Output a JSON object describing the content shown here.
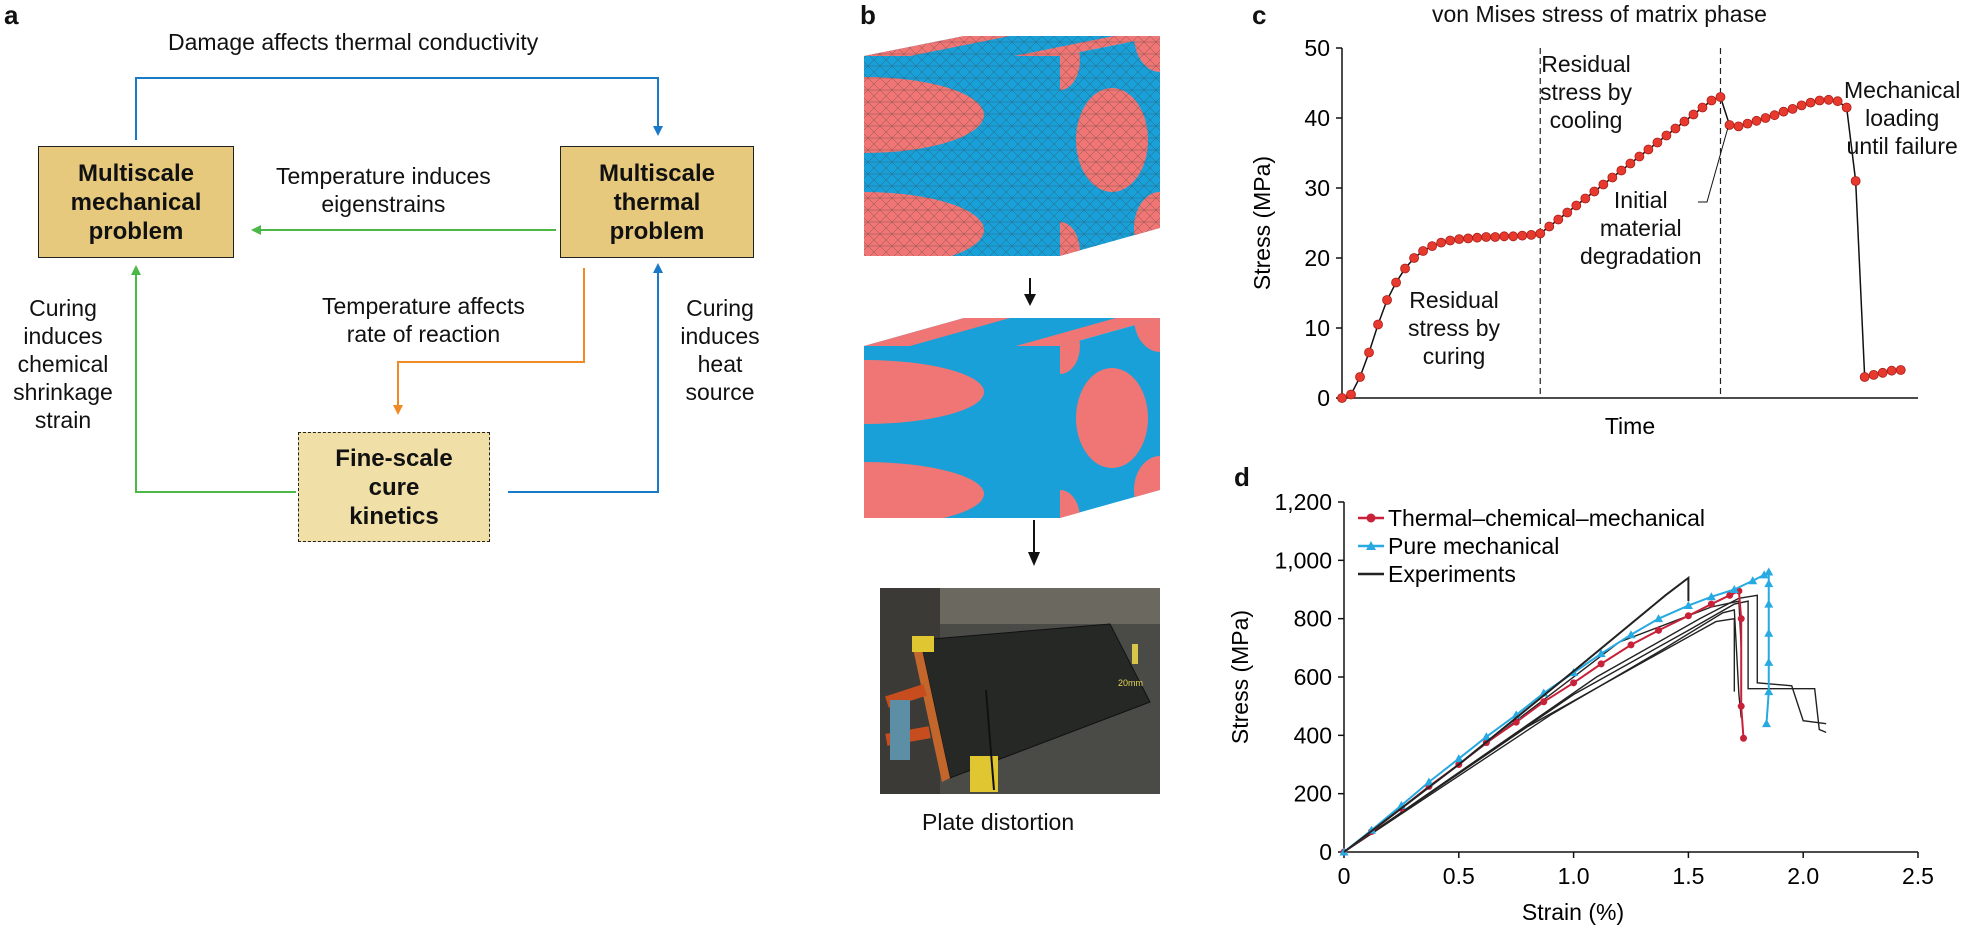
{
  "panel_a": {
    "letter": "a",
    "boxes": {
      "mechanical": [
        "Multiscale",
        "mechanical",
        "problem"
      ],
      "thermal": [
        "Multiscale",
        "thermal",
        "problem"
      ],
      "kinetics": [
        "Fine-scale",
        "cure",
        "kinetics"
      ]
    },
    "arrows": {
      "damage": "Damage affects thermal conductivity",
      "eigen": [
        "Temperature induces",
        "eigenstrains"
      ],
      "rate": [
        "Temperature affects",
        "rate of reaction"
      ],
      "shrinkage": [
        "Curing",
        "induces",
        "chemical",
        "shrinkage",
        "strain"
      ],
      "heat": [
        "Curing",
        "induces",
        "heat",
        "source"
      ]
    },
    "colors": {
      "blue": "#1a7ac8",
      "green": "#4cb848",
      "orange": "#f08a24"
    }
  },
  "panel_b": {
    "letter": "b",
    "caption": "Plate distortion",
    "photo_scale_label": "20mm",
    "colors": {
      "fiber": "#ef7674",
      "matrix": "#1aa0d8"
    }
  },
  "panel_c": {
    "letter": "c",
    "title": "von Mises stress of matrix phase",
    "annotations": {
      "curing": [
        "Residual",
        "stress by",
        "curing"
      ],
      "cooling": [
        "Residual",
        "stress by",
        "cooling"
      ],
      "degradation": [
        "Initial",
        "material",
        "degradation"
      ],
      "loading": [
        "Mechanical",
        "loading",
        "until failure"
      ]
    }
  },
  "panel_d": {
    "letter": "d"
  },
  "chart_data": [
    {
      "type": "line",
      "title": "von Mises stress of matrix phase",
      "xlabel": "Time",
      "ylabel": "Stress (MPa)",
      "ylim": [
        0,
        50
      ],
      "yticks": [
        "0",
        "10",
        "20",
        "30",
        "40",
        "50"
      ],
      "series": [
        {
          "color": "#e8392f",
          "marker": "circle",
          "x": [
            0,
            1,
            2,
            3,
            4,
            5,
            6,
            7,
            8,
            9,
            10,
            11,
            12,
            13,
            14,
            15,
            16,
            17,
            18,
            19,
            20,
            21,
            22,
            23,
            24,
            25,
            26,
            27,
            28,
            29,
            30,
            31,
            32,
            33,
            34,
            35,
            36,
            37,
            38,
            39,
            40,
            41,
            42,
            43,
            44,
            45,
            46,
            47,
            48,
            49,
            50,
            51,
            52,
            53,
            54,
            55,
            56,
            57,
            58,
            59,
            60,
            61,
            62
          ],
          "y": [
            0,
            0.5,
            3,
            6.5,
            10.5,
            14,
            16.5,
            18.5,
            20,
            21,
            21.7,
            22.2,
            22.5,
            22.7,
            22.8,
            22.9,
            23,
            23,
            23.1,
            23.1,
            23.2,
            23.3,
            23.5,
            24.5,
            25.5,
            26.5,
            27.5,
            28.5,
            29.5,
            30.5,
            31.5,
            32.5,
            33.5,
            34.5,
            35.5,
            36.5,
            37.5,
            38.5,
            39.5,
            40.5,
            41.5,
            42.5,
            43,
            39,
            38.8,
            39.2,
            39.6,
            40,
            40.4,
            40.9,
            41.3,
            41.8,
            42.2,
            42.5,
            42.6,
            42.4,
            41.5,
            31,
            3,
            3.3,
            3.6,
            3.9,
            4
          ]
        }
      ],
      "vlines_at_x": [
        22,
        42
      ]
    },
    {
      "type": "line",
      "xlabel": "Strain (%)",
      "ylabel": "Stress (MPa)",
      "xlim": [
        0,
        2.5
      ],
      "ylim": [
        0,
        1200
      ],
      "xticks": [
        "0",
        "0.5",
        "1.0",
        "1.5",
        "2.0",
        "2.5"
      ],
      "yticks": [
        "0",
        "200",
        "400",
        "600",
        "800",
        "1,000",
        "1,200"
      ],
      "legend": "top-left",
      "series": [
        {
          "name": "Thermal–chemical–mechanical",
          "color": "#c8213a",
          "marker": "circle",
          "x": [
            0,
            0.12,
            0.25,
            0.37,
            0.5,
            0.62,
            0.75,
            0.87,
            1.0,
            1.12,
            1.25,
            1.37,
            1.5,
            1.6,
            1.68,
            1.72,
            1.73,
            1.73,
            1.74
          ],
          "y": [
            0,
            70,
            150,
            225,
            300,
            375,
            445,
            515,
            580,
            645,
            710,
            760,
            810,
            850,
            880,
            895,
            800,
            500,
            390
          ]
        },
        {
          "name": "Pure mechanical",
          "color": "#27a9e1",
          "marker": "triangle",
          "x": [
            0,
            0.12,
            0.25,
            0.37,
            0.5,
            0.62,
            0.75,
            0.87,
            1.0,
            1.12,
            1.25,
            1.37,
            1.5,
            1.6,
            1.7,
            1.78,
            1.83,
            1.85,
            1.85,
            1.85,
            1.85,
            1.85,
            1.85,
            1.84
          ],
          "y": [
            0,
            75,
            160,
            240,
            320,
            395,
            470,
            545,
            615,
            680,
            745,
            800,
            845,
            875,
            900,
            930,
            950,
            960,
            920,
            850,
            750,
            650,
            550,
            440
          ]
        },
        {
          "name": "Experiments",
          "color": "#222222",
          "marker": "none",
          "x": [
            0,
            0.5,
            1.0,
            1.4,
            1.5,
            1.5
          ],
          "y": [
            0,
            300,
            620,
            880,
            940,
            860
          ]
        }
      ]
    }
  ]
}
